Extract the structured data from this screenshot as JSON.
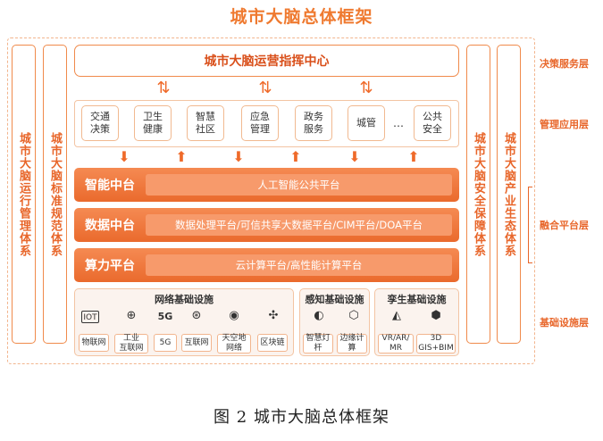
{
  "title": "城市大脑总体框架",
  "left_columns": [
    "城市大脑运行管理体系",
    "城市大脑标准规范体系"
  ],
  "right_columns": [
    "城市大脑安全保障体系",
    "城市大脑产业生态体系"
  ],
  "command_center": "城市大脑运营指挥中心",
  "apps": [
    "交通\n决策",
    "卫生\n健康",
    "智慧\n社区",
    "应急\n管理",
    "政务\n服务",
    "城管",
    "…",
    "公共\n安全"
  ],
  "platforms": [
    {
      "label": "智能中台",
      "content": "人工智能公共平台"
    },
    {
      "label": "数据中台",
      "content": "数据处理平台/可信共享大数据平台/CIM平台/DOA平台"
    },
    {
      "label": "算力平台",
      "content": "云计算平台/高性能计算平台"
    }
  ],
  "infra": {
    "network": {
      "title": "网络基础设施",
      "items": [
        {
          "icon": "iot-icon",
          "glyph": "IOT",
          "label": "物联网"
        },
        {
          "icon": "globe-icon",
          "glyph": "⊕",
          "label": "工业\n互联网"
        },
        {
          "icon": "5g-icon",
          "glyph": "5G",
          "label": "5G"
        },
        {
          "icon": "network-icon",
          "glyph": "⊛",
          "label": "互联网"
        },
        {
          "icon": "satellite-icon",
          "glyph": "◉",
          "label": "天空地\n网络"
        },
        {
          "icon": "blockchain-icon",
          "glyph": "✣",
          "label": "区块链"
        }
      ]
    },
    "sensing": {
      "title": "感知基础设施",
      "items": [
        {
          "icon": "lamp-icon",
          "glyph": "◐",
          "label": "智慧灯\n杆"
        },
        {
          "icon": "edge-compute-icon",
          "glyph": "⬡",
          "label": "边缘计\n算"
        }
      ]
    },
    "twin": {
      "title": "孪生基础设施",
      "items": [
        {
          "icon": "vr-icon",
          "glyph": "◭",
          "label": "VR/AR/\nMR"
        },
        {
          "icon": "cube-icon",
          "glyph": "⬢",
          "label": "3D\nGIS+BIM"
        }
      ]
    }
  },
  "layer_labels": [
    "决策服务层",
    "管理应用层",
    "融合平台层",
    "基础设施层"
  ],
  "caption": "图 2  城市大脑总体框架",
  "colors": {
    "accent": "#ef7a30",
    "platform": "#ea6a2d"
  }
}
